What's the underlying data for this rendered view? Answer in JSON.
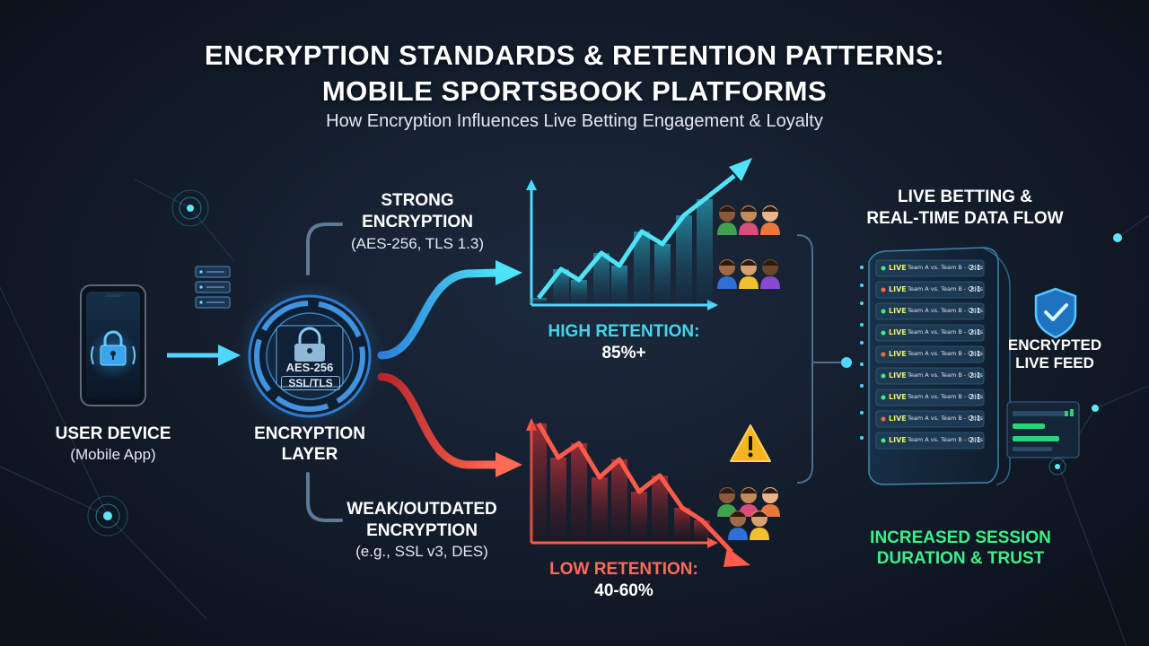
{
  "title": {
    "line1": "ENCRYPTION STANDARDS & RETENTION PATTERNS:",
    "line2": "MOBILE SPORTSBOOK PLATFORMS"
  },
  "subtitle": "How Encryption Influences Live Betting Engagement & Loyalty",
  "user_device": {
    "label": "USER DEVICE",
    "sublabel": "(Mobile App)",
    "icon": "lock-icon"
  },
  "encryption_layer": {
    "label_line1": "ENCRYPTION",
    "label_line2": "LAYER",
    "badge1": "AES-256",
    "badge2": "SSL/TLS"
  },
  "strong_path": {
    "label_line1": "STRONG",
    "label_line2": "ENCRYPTION",
    "detail": "(AES-256, TLS 1.3)",
    "color": "#46d4ea"
  },
  "weak_path": {
    "label_line1": "WEAK/OUTDATED",
    "label_line2": "ENCRYPTION",
    "detail": "(e.g., SSL v3, DES)",
    "color": "#ff5a4a"
  },
  "high_retention": {
    "label": "HIGH RETENTION:",
    "value": "85%+"
  },
  "low_retention": {
    "label": "LOW RETENTION:",
    "value": "40-60%"
  },
  "live_betting": {
    "label_line1": "LIVE BETTING &",
    "label_line2": "REAL-TIME DATA FLOW",
    "rows": [
      {
        "tag": "LIVE",
        "text": "Team A vs. Team B - Odds",
        "odds": "2.1"
      },
      {
        "tag": "LIVE",
        "text": "Team A vs. Team B - Odds",
        "odds": "2.1"
      },
      {
        "tag": "LIVE",
        "text": "Team A vs. Team B - Odds",
        "odds": "2.1"
      },
      {
        "tag": "LIVE",
        "text": "Team A vs. Team B - Odds",
        "odds": "2.1"
      },
      {
        "tag": "LIVE",
        "text": "Team A vs. Team B - Odds",
        "odds": "2.1"
      },
      {
        "tag": "LIVE",
        "text": "Team A vs. Team B - Odds",
        "odds": "2.1"
      },
      {
        "tag": "LIVE",
        "text": "Team A vs. Team B - Odds",
        "odds": "2.1"
      },
      {
        "tag": "LIVE",
        "text": "Team A vs. Team B - Odds",
        "odds": "2.1"
      },
      {
        "tag": "LIVE",
        "text": "Team A vs. Team B - Odds",
        "odds": "2.1"
      }
    ]
  },
  "encrypted_feed": {
    "label_line1": "ENCRYPTED",
    "label_line2": "LIVE FEED",
    "icon": "shield-check-icon"
  },
  "outcome": {
    "line1": "INCREASED SESSION",
    "line2": "DURATION & TRUST",
    "color": "#3ef08a"
  },
  "warning_icon": "warning-icon"
}
